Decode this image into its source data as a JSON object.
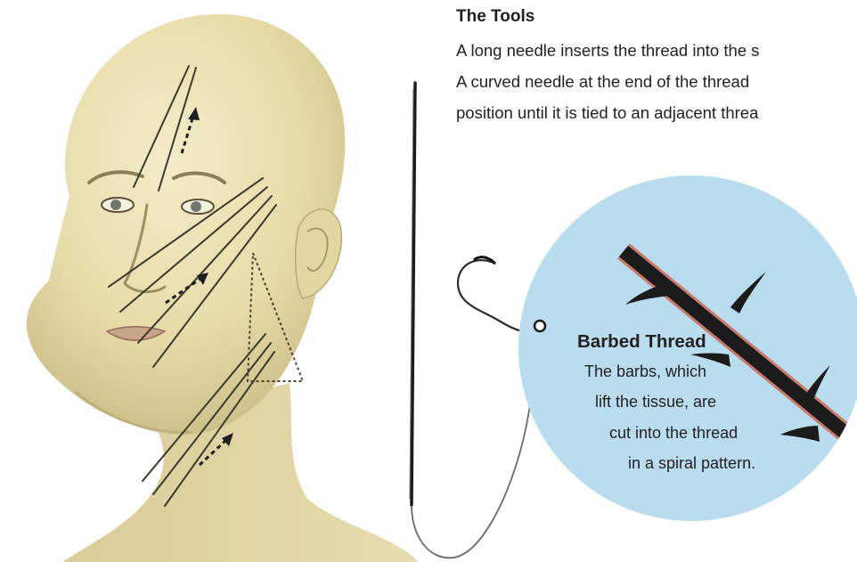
{
  "tools": {
    "title": "The Tools",
    "lines": [
      "A long needle inserts the thread into the s",
      "A curved needle at the end of the thread",
      "position until it is tied to an adjacent threa"
    ]
  },
  "barbed_thread": {
    "title": "Barbed Thread",
    "lines": [
      "The barbs, which",
      "lift the tissue, are",
      "cut into the thread",
      "in a spiral pattern."
    ]
  },
  "colors": {
    "magnifier_fill": "#b9dcee",
    "thread": "#1b1b1b",
    "thread_edge": "#c97b6a",
    "skin": "#e9dfb0",
    "line_art": "#3a3a2a"
  }
}
